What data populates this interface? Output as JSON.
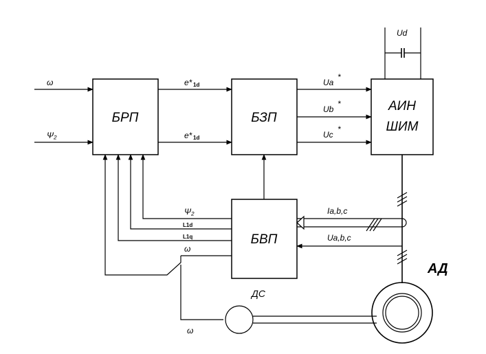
{
  "blocks": {
    "brp": "БРП",
    "bzp": "БЗП",
    "bvp": "БВП",
    "ain_line1": "АИН",
    "ain_line2": "ШИМ"
  },
  "inputs": {
    "omega": "ω",
    "psi": "Ψ₂"
  },
  "signals": {
    "e1": "e*",
    "e1_sub": "1d",
    "e2": "e*",
    "e2_sub": "1d",
    "ua": "Ua",
    "ub": "Ub",
    "uc": "Uc",
    "star": "*",
    "ud": "Ud",
    "iabc": "Ia,b,c",
    "uabc": "Ua,b,c",
    "fb_psi": "Ψ₂",
    "fb_l1d": "L1d",
    "fb_l1q": "L1q",
    "fb_omega": "ω",
    "omega_bottom": "ω"
  },
  "labels": {
    "motor": "АД",
    "sensor": "ДС"
  }
}
